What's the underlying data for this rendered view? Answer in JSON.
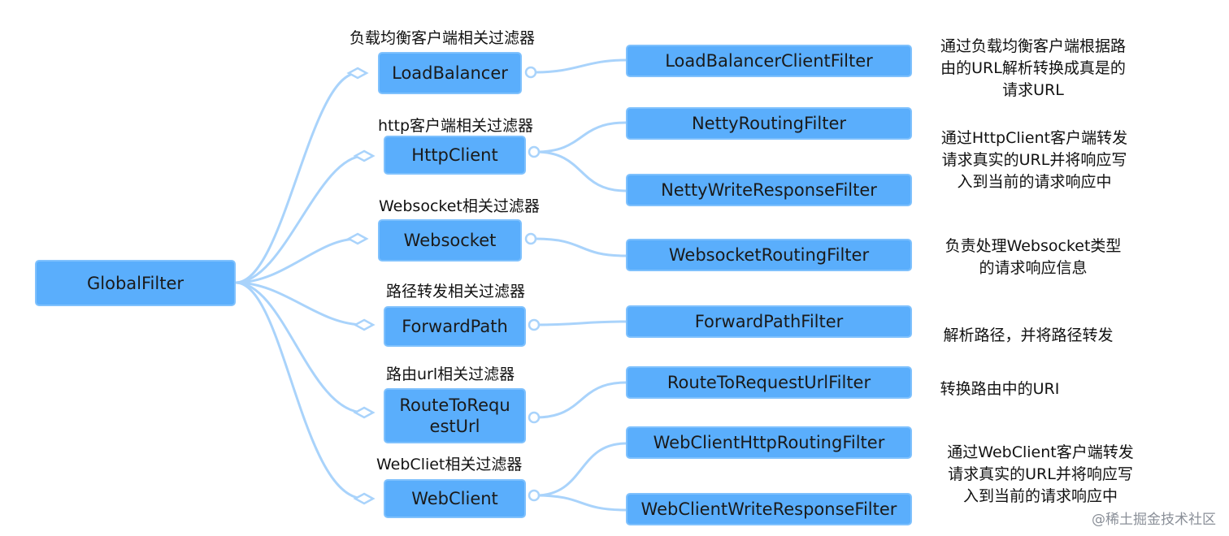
{
  "root": {
    "label": "GlobalFilter"
  },
  "groups": [
    {
      "caption": "负载均衡客户端相关过滤器",
      "node": "LoadBalancer",
      "filters": [
        "LoadBalancerClientFilter"
      ],
      "description": [
        "通过负载均衡客户端根据路",
        "由的URL解析转换成真是的",
        "请求URL"
      ]
    },
    {
      "caption": "http客户端相关过滤器",
      "node": "HttpClient",
      "filters": [
        "NettyRoutingFilter",
        "NettyWriteResponseFilter"
      ],
      "description": [
        "通过HttpClient客户端转发",
        "请求真实的URL并将响应写",
        "入到当前的请求响应中"
      ]
    },
    {
      "caption": "Websocket相关过滤器",
      "node": "Websocket",
      "filters": [
        "WebsocketRoutingFilter"
      ],
      "description": [
        "负责处理Websocket类型",
        "的请求响应信息"
      ]
    },
    {
      "caption": "路径转发相关过滤器",
      "node": "ForwardPath",
      "filters": [
        "ForwardPathFilter"
      ],
      "description": [
        "解析路径，并将路径转发"
      ]
    },
    {
      "caption": "路由url相关过滤器",
      "node": "RouteToRequestUrl",
      "node_lines": [
        "RouteToRequ",
        "estUrl"
      ],
      "filters": [
        "RouteToRequestUrlFilter"
      ],
      "description": [
        "转换路由中的URI"
      ]
    },
    {
      "caption": "WebCliet相关过滤器",
      "node": "WebClient",
      "filters": [
        "WebClientHttpRoutingFilter",
        "WebClientWriteResponseFilter"
      ],
      "description": [
        "通过WebClient客户端转发",
        "请求真实的URL并将响应写",
        "入到当前的请求响应中"
      ]
    }
  ],
  "watermark": "@稀土掘金技术社区",
  "colors": {
    "node_fill": "#5aaefc",
    "node_border": "#7fc1fd",
    "link": "#a9d3fb"
  }
}
